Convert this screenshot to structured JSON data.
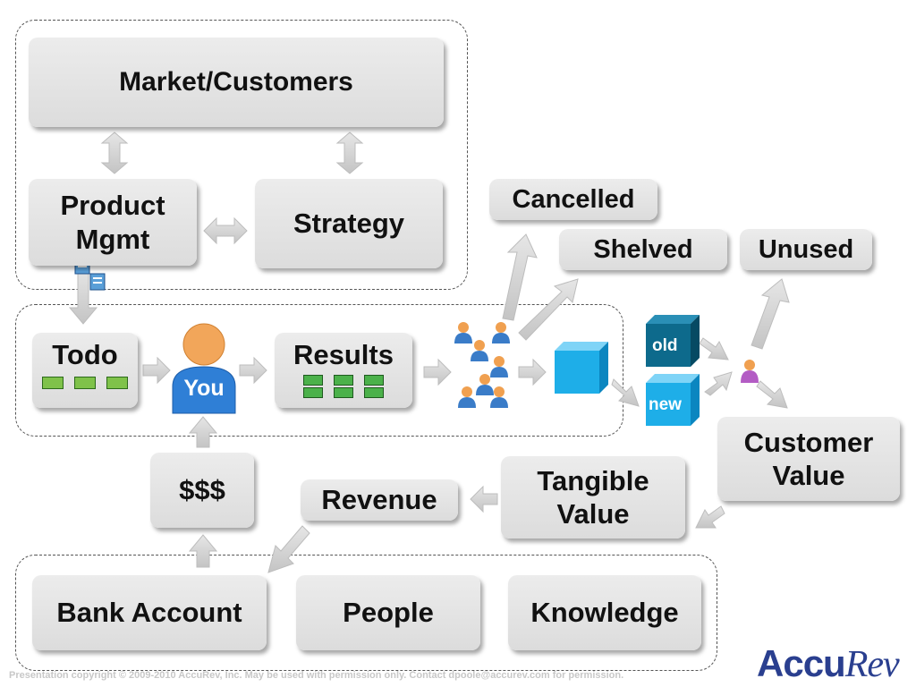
{
  "nodes": {
    "market": "Market/Customers",
    "product": "Product\nMgmt",
    "strategy": "Strategy",
    "todo": "Todo",
    "you": "You",
    "results": "Results",
    "cancelled": "Cancelled",
    "shelved": "Shelved",
    "unused": "Unused",
    "old": "old",
    "new": "new",
    "customer_value": "Customer\nValue",
    "tangible_value": "Tangible\nValue",
    "revenue": "Revenue",
    "money": "$$$",
    "bank_account": "Bank Account",
    "people": "People",
    "knowledge": "Knowledge"
  },
  "footer": "Presentation copyright © 2009-2010 AccuRev, Inc. May be used with permission only. Contact dpoole@accurev.com for permission.",
  "logo": {
    "part1": "Accu",
    "part2": "Rev"
  },
  "colors": {
    "box": "#e2e2e2",
    "arrow": "#d4d4d4",
    "cube": "#1eaee8",
    "cube_old": "#0d6a8c",
    "logo": "#2a3f8f"
  }
}
